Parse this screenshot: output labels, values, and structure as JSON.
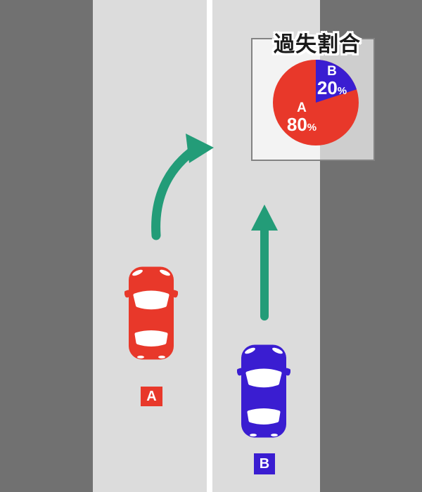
{
  "scene": {
    "background_color": "#717171",
    "road_color": "#dcdcdc",
    "lane_line_color": "#ffffff",
    "arrow_color": "#239c78"
  },
  "panel": {
    "title": "過失割合",
    "border_color": "#838383"
  },
  "chart_data": {
    "type": "pie",
    "title": "過失割合",
    "slices": [
      {
        "label": "A",
        "value": 80,
        "color": "#e8382a"
      },
      {
        "label": "B",
        "value": 20,
        "color": "#3a1dd1"
      }
    ],
    "unit": "%",
    "start_angle_deg": 0,
    "direction": "clockwise",
    "labels_inside": true,
    "legend": "none"
  },
  "vehicles": {
    "car_a": {
      "label": "A",
      "color": "#e8382a"
    },
    "car_b": {
      "label": "B",
      "color": "#3a1dd1"
    }
  }
}
